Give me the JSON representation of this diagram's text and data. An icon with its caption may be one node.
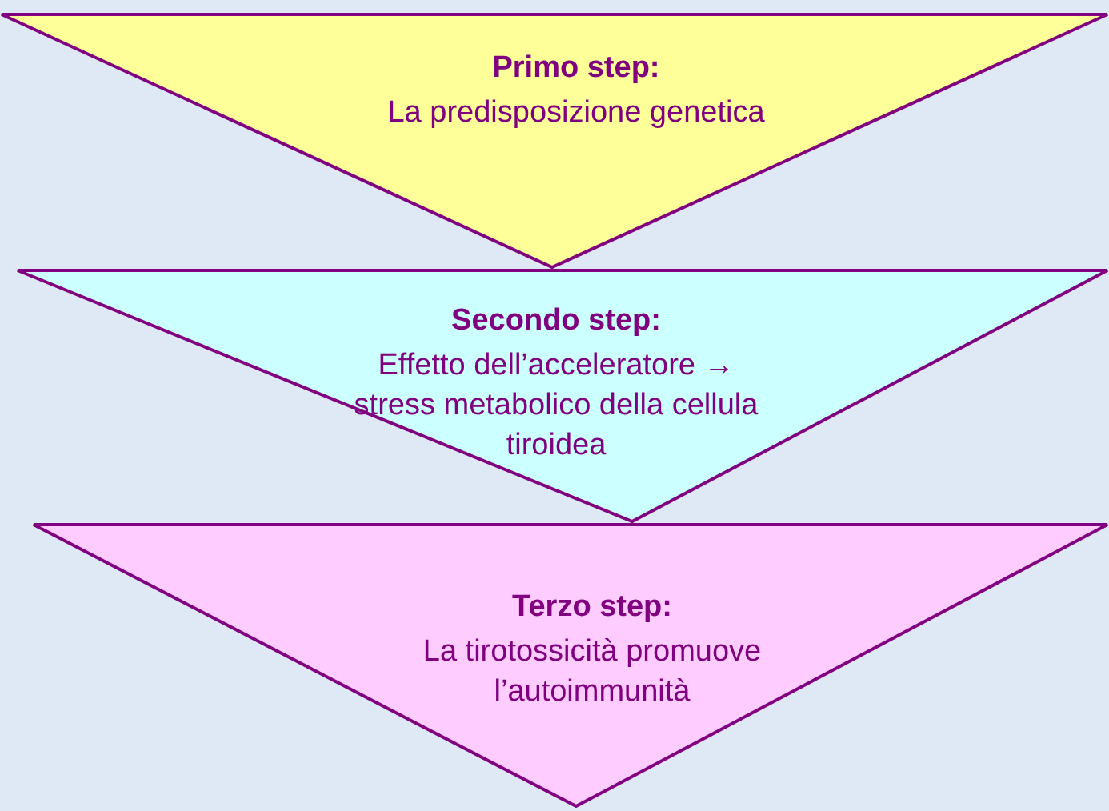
{
  "diagram": {
    "nodes": [
      {
        "text": [
          "Primo step:",
          "La predisposizione genetica"
        ]
      },
      {
        "text": [
          "Secondo step:",
          "Effetto dell’acceleratore → stress metabolico della cellula tiroidea"
        ]
      },
      {
        "text": [
          "Terzo step:",
          "La tirotossicità promuove l’autoimmunità"
        ]
      }
    ]
  }
}
